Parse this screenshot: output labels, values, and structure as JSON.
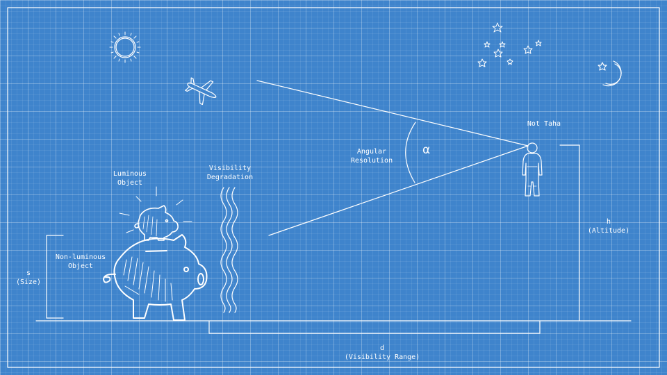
{
  "labels": {
    "luminous": [
      "Luminous",
      "Object"
    ],
    "non_luminous": [
      "Non-luminous",
      "Object"
    ],
    "size": [
      "s",
      "(Size)"
    ],
    "visibility_degradation": [
      "Visibility",
      "Degradation"
    ],
    "angular_resolution": [
      "Angular",
      "Resolution"
    ],
    "alpha": "α",
    "observer": "Not Taha",
    "altitude": [
      "h",
      "(Altitude)"
    ],
    "range": [
      "d",
      "(Visibility Range)"
    ]
  },
  "colors": {
    "background": "#3f84cc",
    "line": "#ffffff"
  },
  "icons": [
    "sun-icon",
    "airplane-icon",
    "stars-icon",
    "moon-icon",
    "person-icon",
    "piggy-bank-large-icon",
    "piggy-bank-small-icon"
  ]
}
